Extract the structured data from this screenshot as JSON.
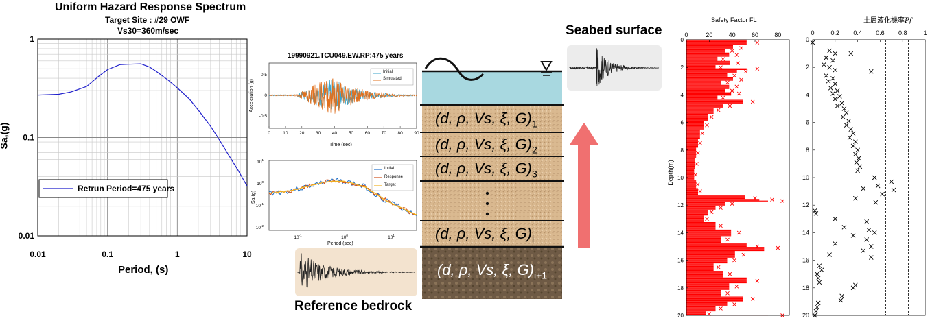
{
  "uhs": {
    "title": "Uniform Hazard Response Spectrum",
    "subtitle1": "Target Site : #29 OWF",
    "subtitle2": "Vs30=360m/sec",
    "ylabel": "Sa,(g)",
    "xlabel": "Period, (s)",
    "legend": "Retrun Period=475 years",
    "xticks": [
      "0.01",
      "0.1",
      "1",
      "10"
    ],
    "yticks": [
      "1",
      "0.1",
      "0.01"
    ],
    "color": "#1f1fcc"
  },
  "accel": {
    "title": "19990921.TCU049.EW.RP:475 years",
    "ylabel": "Acceleration (g)",
    "xlabel": "Time (sec)",
    "xticks": [
      "0",
      "10",
      "20",
      "30",
      "40",
      "50",
      "60",
      "70",
      "80",
      "90"
    ],
    "yticks": [
      "0.5",
      "0",
      "-0.5"
    ],
    "legend": [
      {
        "name": "Initial",
        "color": "#3aa3c8"
      },
      {
        "name": "Simulated",
        "color": "#e0701e"
      }
    ]
  },
  "saplot": {
    "ylabel": "Sa (g)",
    "xlabel": "Period (sec)",
    "xticks": [
      "10",
      "10",
      "10"
    ],
    "xtick_exp": [
      "-1",
      "0",
      "1"
    ],
    "yticks": [
      "10",
      "10",
      "10",
      "10"
    ],
    "ytick_exp": [
      "1",
      "0",
      "-1",
      "-2"
    ],
    "legend": [
      {
        "name": "Initial",
        "color": "#1f6fc8"
      },
      {
        "name": "Response",
        "color": "#d0501a"
      },
      {
        "name": "Target",
        "color": "#f0b020"
      }
    ]
  },
  "column": {
    "seabed_label": "Seabed surface",
    "bedrock_label": "Reference bedrock",
    "layers": [
      "(d, ρ, Vs, ξ, G)1",
      "(d, ρ, Vs, ξ, G)2",
      "(d, ρ, Vs, ξ, G)3",
      "(d, ρ, Vs, ξ, G)i",
      "(d, ρ, Vs, ξ, G)i+1"
    ],
    "layer_subs": [
      "1",
      "2",
      "3",
      "i",
      "i+1"
    ],
    "water_color": "#a8d8e0",
    "soil_color": "#d8b690",
    "arrow_color": "#f07070"
  },
  "chart_data": [
    {
      "type": "line",
      "title": "Uniform Hazard Response Spectrum",
      "xlabel": "Period, (s)",
      "ylabel": "Sa,(g)",
      "xscale": "log",
      "yscale": "log",
      "xlim": [
        0.01,
        10
      ],
      "ylim": [
        0.01,
        1
      ],
      "series": [
        {
          "name": "Retrun Period=475 years",
          "x": [
            0.01,
            0.02,
            0.03,
            0.05,
            0.075,
            0.1,
            0.15,
            0.2,
            0.3,
            0.4,
            0.5,
            0.75,
            1.0,
            1.5,
            2.0,
            3.0,
            4.0,
            5.0,
            7.5,
            10.0
          ],
          "y": [
            0.27,
            0.275,
            0.29,
            0.33,
            0.42,
            0.49,
            0.55,
            0.555,
            0.56,
            0.52,
            0.47,
            0.38,
            0.32,
            0.245,
            0.19,
            0.13,
            0.095,
            0.073,
            0.046,
            0.032
          ]
        }
      ],
      "legend": "lower-left",
      "grid": true
    },
    {
      "type": "scatter",
      "title": "Safety Factor FL",
      "ylabel": "Depth(m)",
      "xlim": [
        0,
        90
      ],
      "ylim": [
        20,
        0
      ],
      "xticks": [
        "0",
        "20",
        "40",
        "60",
        "80"
      ],
      "yticks": [
        "0",
        "2",
        "4",
        "6",
        "8",
        "10",
        "12",
        "14",
        "16",
        "18",
        "20"
      ],
      "color": "#ff0000",
      "points": [
        [
          62,
          0.2
        ],
        [
          48,
          0.6
        ],
        [
          40,
          0.8
        ],
        [
          44,
          1.1
        ],
        [
          32,
          1.4
        ],
        [
          45,
          1.7
        ],
        [
          30,
          2.0
        ],
        [
          62,
          2.1
        ],
        [
          52,
          2.3
        ],
        [
          42,
          2.6
        ],
        [
          48,
          2.9
        ],
        [
          36,
          3.1
        ],
        [
          44,
          3.4
        ],
        [
          40,
          3.7
        ],
        [
          46,
          3.9
        ],
        [
          32,
          4.2
        ],
        [
          58,
          4.5
        ],
        [
          38,
          4.8
        ],
        [
          28,
          5.1
        ],
        [
          22,
          5.6
        ],
        [
          18,
          6.2
        ],
        [
          14,
          6.8
        ],
        [
          12,
          7.5
        ],
        [
          10,
          8.2
        ],
        [
          9,
          9.0
        ],
        [
          8,
          9.8
        ],
        [
          10,
          10.5
        ],
        [
          12,
          11.0
        ],
        [
          60,
          11.5
        ],
        [
          75,
          11.6
        ],
        [
          84,
          11.7
        ],
        [
          40,
          11.9
        ],
        [
          30,
          12.2
        ],
        [
          22,
          12.5
        ],
        [
          18,
          13.0
        ],
        [
          30,
          13.5
        ],
        [
          46,
          14.0
        ],
        [
          36,
          14.5
        ],
        [
          62,
          15.0
        ],
        [
          80,
          15.1
        ],
        [
          50,
          15.6
        ],
        [
          42,
          16.0
        ],
        [
          28,
          16.5
        ],
        [
          38,
          17.0
        ],
        [
          62,
          17.5
        ],
        [
          44,
          17.9
        ],
        [
          36,
          18.4
        ],
        [
          58,
          18.8
        ],
        [
          42,
          19.2
        ],
        [
          30,
          19.5
        ],
        [
          84,
          20.0
        ],
        [
          20,
          19.9
        ]
      ]
    },
    {
      "type": "scatter",
      "title": "土層液化機率Pf",
      "xlim": [
        0,
        1
      ],
      "ylim": [
        20,
        0
      ],
      "xticks": [
        "0",
        "0.2",
        "0.4",
        "0.6",
        "0.8",
        "1"
      ],
      "yticks": [
        "0",
        "2",
        "4",
        "6",
        "8",
        "10",
        "12",
        "14",
        "16",
        "18",
        "20"
      ],
      "reference_lines": [
        0.35,
        0.65,
        0.85
      ],
      "points": [
        [
          0.0,
          0.2
        ],
        [
          0.15,
          0.8
        ],
        [
          0.2,
          1.0
        ],
        [
          0.34,
          1.0
        ],
        [
          0.12,
          1.3
        ],
        [
          0.18,
          1.5
        ],
        [
          0.1,
          1.8
        ],
        [
          0.15,
          2.0
        ],
        [
          0.2,
          2.2
        ],
        [
          0.52,
          2.3
        ],
        [
          0.12,
          2.6
        ],
        [
          0.18,
          2.8
        ],
        [
          0.14,
          3.0
        ],
        [
          0.2,
          3.2
        ],
        [
          0.16,
          3.5
        ],
        [
          0.22,
          3.7
        ],
        [
          0.18,
          3.9
        ],
        [
          0.24,
          4.1
        ],
        [
          0.2,
          4.3
        ],
        [
          0.26,
          4.6
        ],
        [
          0.22,
          4.8
        ],
        [
          0.28,
          5.0
        ],
        [
          0.3,
          5.3
        ],
        [
          0.27,
          5.6
        ],
        [
          0.32,
          5.9
        ],
        [
          0.3,
          6.2
        ],
        [
          0.34,
          6.5
        ],
        [
          0.36,
          6.8
        ],
        [
          0.33,
          7.1
        ],
        [
          0.38,
          7.4
        ],
        [
          0.36,
          7.7
        ],
        [
          0.4,
          8.0
        ],
        [
          0.38,
          8.3
        ],
        [
          0.41,
          8.6
        ],
        [
          0.39,
          8.9
        ],
        [
          0.42,
          9.2
        ],
        [
          0.4,
          9.5
        ],
        [
          0.55,
          10.0
        ],
        [
          0.7,
          10.3
        ],
        [
          0.58,
          10.6
        ],
        [
          0.72,
          10.9
        ],
        [
          0.45,
          10.8
        ],
        [
          0.62,
          11.2
        ],
        [
          0.38,
          11.5
        ],
        [
          0.56,
          11.8
        ],
        [
          0.02,
          12.4
        ],
        [
          0.03,
          12.6
        ],
        [
          0.2,
          13.0
        ],
        [
          0.48,
          13.2
        ],
        [
          0.28,
          13.6
        ],
        [
          0.5,
          13.8
        ],
        [
          0.55,
          14.0
        ],
        [
          0.36,
          14.2
        ],
        [
          0.48,
          14.5
        ],
        [
          0.2,
          14.8
        ],
        [
          0.52,
          15.0
        ],
        [
          0.45,
          15.3
        ],
        [
          0.15,
          15.6
        ],
        [
          0.52,
          15.8
        ],
        [
          0.06,
          16.4
        ],
        [
          0.08,
          16.7
        ],
        [
          0.04,
          17.0
        ],
        [
          0.05,
          17.3
        ],
        [
          0.06,
          17.6
        ],
        [
          0.38,
          17.8
        ],
        [
          0.36,
          18.0
        ],
        [
          0.26,
          18.6
        ],
        [
          0.25,
          18.9
        ],
        [
          0.05,
          19.1
        ],
        [
          0.04,
          19.4
        ],
        [
          0.03,
          19.7
        ],
        [
          0.02,
          20.0
        ]
      ]
    }
  ],
  "fl_title": "Safety Factor FL",
  "fl_ylabel": "Depth(m)",
  "pf_title": "土層液化機率",
  "pf_title_sym": "Pf"
}
